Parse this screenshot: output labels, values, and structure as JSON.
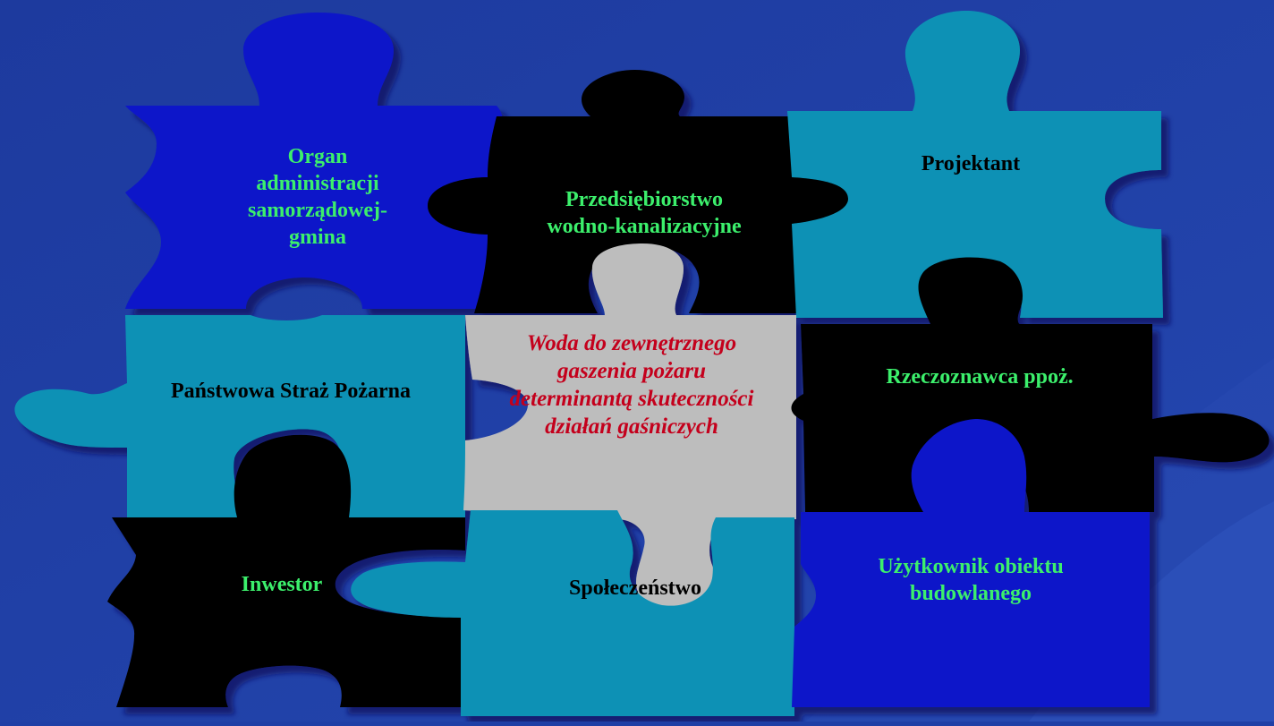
{
  "colors": {
    "background": "#1f3fa6",
    "piece_royal_blue": "#0d15c9",
    "piece_black": "#000000",
    "piece_teal": "#0b91b5",
    "piece_grey": "#bdbdbd",
    "text_green": "#3cef6c",
    "text_black": "#000000",
    "text_red": "#c4001c"
  },
  "pieces": [
    {
      "id": "organ",
      "color": "piece_royal_blue",
      "text_color": "text_green",
      "lines": [
        "Organ",
        "administracji",
        "samorządowej-",
        "gmina"
      ]
    },
    {
      "id": "przedsiebiorstwo",
      "color": "piece_black",
      "text_color": "text_green",
      "lines": [
        "Przedsiębiorstwo",
        "wodno-kanalizacyjne"
      ]
    },
    {
      "id": "projektant",
      "color": "piece_teal",
      "text_color": "text_black",
      "lines": [
        "Projektant"
      ]
    },
    {
      "id": "psp",
      "color": "piece_teal",
      "text_color": "text_black",
      "lines": [
        "Państwowa Straż Pożarna"
      ]
    },
    {
      "id": "center",
      "color": "piece_grey",
      "text_color": "text_red",
      "lines": [
        "Woda do zewnętrznego",
        "gaszenia pożaru",
        "determinantą  skuteczności",
        "działań gaśniczych"
      ]
    },
    {
      "id": "rzeczoznawca",
      "color": "piece_black",
      "text_color": "text_green",
      "lines": [
        "Rzeczoznawca ppoż."
      ]
    },
    {
      "id": "inwestor",
      "color": "piece_black",
      "text_color": "text_green",
      "lines": [
        "Inwestor"
      ]
    },
    {
      "id": "spoleczenstwo",
      "color": "piece_teal",
      "text_color": "text_black",
      "lines": [
        "Społeczeństwo"
      ]
    },
    {
      "id": "uzytkownik",
      "color": "piece_royal_blue",
      "text_color": "text_green",
      "lines": [
        "Użytkownik obiektu",
        "budowlanego"
      ]
    }
  ]
}
